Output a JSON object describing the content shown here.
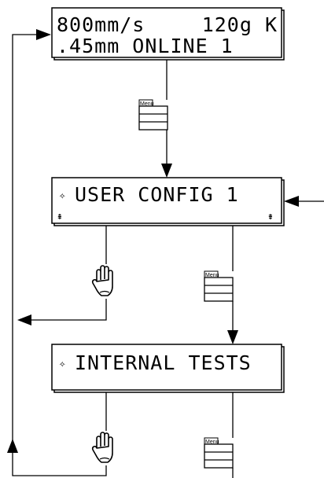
{
  "displays": {
    "status": {
      "line1_left": "800mm/s",
      "line1_right": "120g K",
      "line2": ".45mm ONLINE 1"
    },
    "user_config": {
      "title": "USER CONFIG 1",
      "bullet": "✧",
      "left_arrow": "⇞",
      "right_arrow": "⇟"
    },
    "internal_tests": {
      "title": "INTERNAL TESTS",
      "bullet": "✧"
    }
  },
  "menu_label": "Menu",
  "icons": [
    "hand-icon",
    "menu-key-icon",
    "arrow-icon"
  ],
  "colors": {
    "line": "#000000",
    "background": "#ffffff"
  }
}
